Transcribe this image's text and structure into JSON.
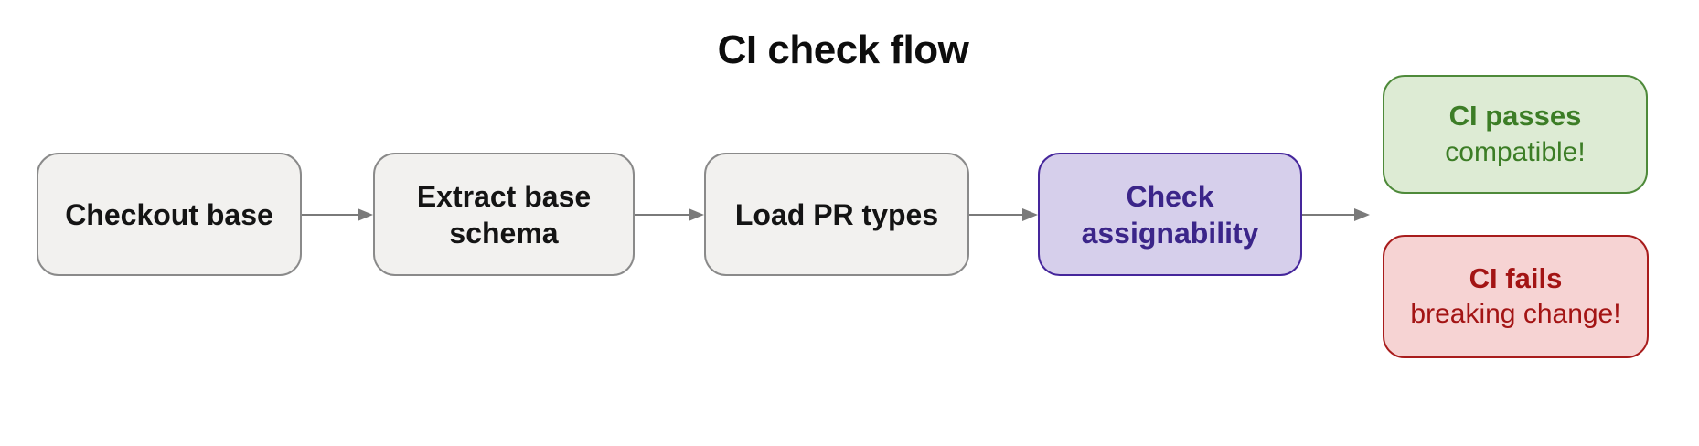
{
  "title": "CI check flow",
  "flow": {
    "steps": [
      {
        "label": "Checkout base"
      },
      {
        "label": "Extract base schema"
      },
      {
        "label": "Load PR types"
      },
      {
        "label": "Check assignability"
      }
    ],
    "outcomes": [
      {
        "label": "CI passes",
        "detail": "compatible!"
      },
      {
        "label": "CI fails",
        "detail": "breaking change!"
      }
    ]
  },
  "colors": {
    "step_fill": "#f2f1ef",
    "step_border": "#8a8a8a",
    "step_text": "#141414",
    "highlight_fill": "#d6cfeb",
    "highlight_border": "#45269b",
    "highlight_text": "#3b2589",
    "success_fill": "#ddebd4",
    "success_border": "#4e8a3a",
    "success_text": "#3c7d26",
    "failure_fill": "#f6d3d3",
    "failure_border": "#a81c1c",
    "failure_text": "#a31414",
    "arrow": "#7a7a7a"
  }
}
